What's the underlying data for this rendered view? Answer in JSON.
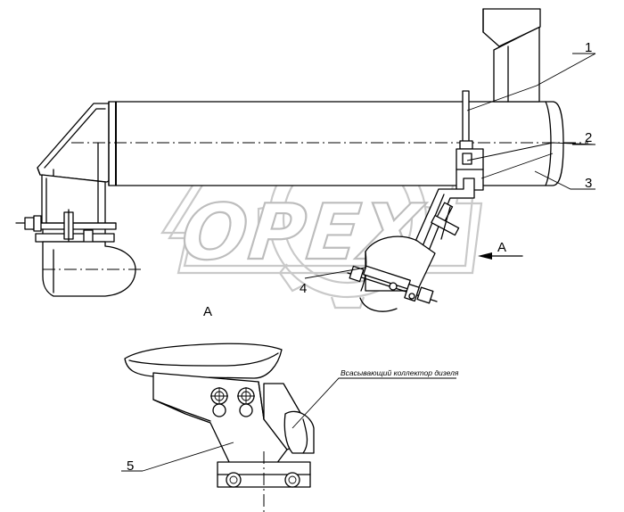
{
  "callouts": {
    "c1": "1",
    "c2": "2",
    "c3": "3",
    "c4": "4",
    "c5": "5"
  },
  "view": {
    "arrow_label": "A",
    "section_label": "A"
  },
  "note": "Всасывающий коллектор дизеля",
  "watermark": "OPEX"
}
